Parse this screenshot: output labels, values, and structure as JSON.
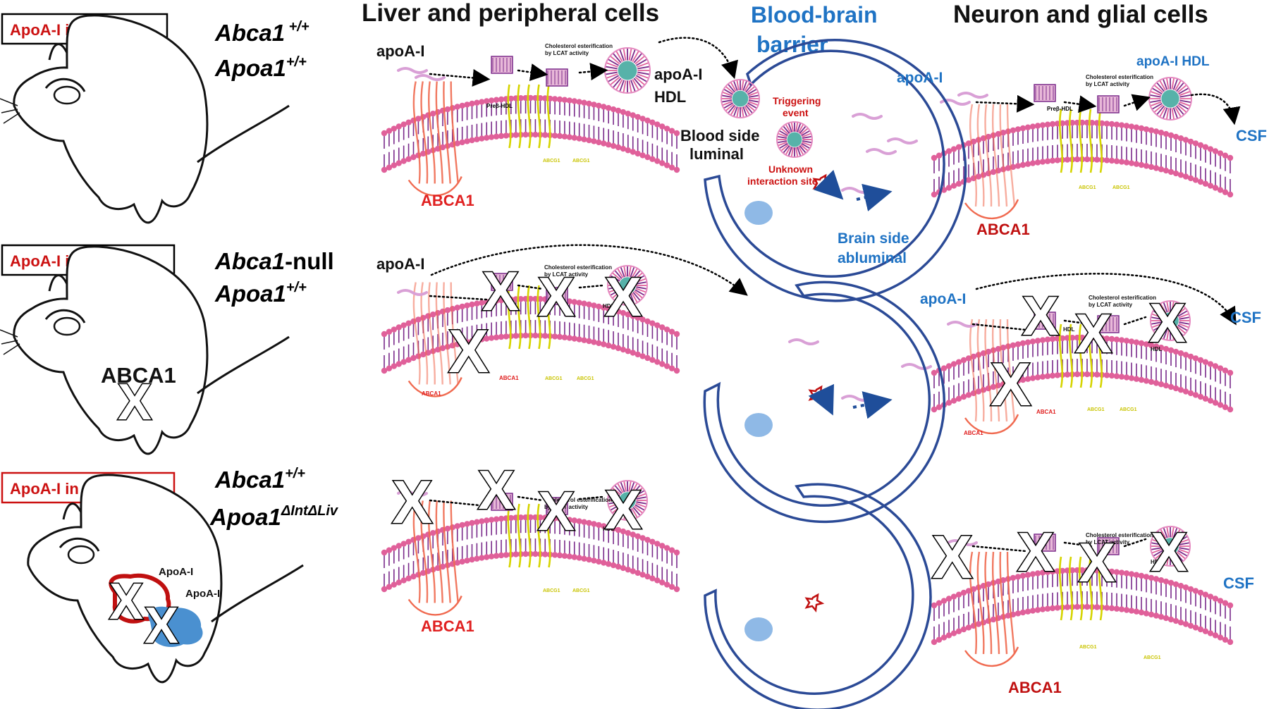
{
  "headers": {
    "liver": "Liver and peripheral cells",
    "bbb_line1": "Blood-brain",
    "bbb_line2": "barrier",
    "neuron": "Neuron and glial cells"
  },
  "rows": [
    {
      "csf_box": "ApoA-I in CSF (+)",
      "abca1": "Abca1",
      "abca1_sup": " +/+",
      "apoa1": "Apoa1",
      "apoa1_sup": "+/+"
    },
    {
      "csf_box": "ApoA-I in CSF ≈ 0",
      "abca1": "Abca1",
      "abca1_suffix": "-null",
      "apoa1": "Apoa1",
      "apoa1_sup": "+/+",
      "mouse_label": "ABCA1"
    },
    {
      "csf_box": "ApoA-I in CSF = 0",
      "abca1": "Abca1",
      "abca1_sup": "+/+",
      "apoa1": "Apoa1",
      "apoa1_sup": "ΔIntΔLiv",
      "organ1": "ApoA-I",
      "organ2": "ApoA-I"
    }
  ],
  "labels": {
    "apoa1": "apoA-I",
    "apoa1_hdl_line1": "apoA-I",
    "apoa1_hdl_line2": "HDL",
    "abca1": "ABCA1",
    "abcg1": "ABCG1",
    "prebeta_hdl": "Preβ-HDL",
    "hdl": "HDL",
    "chol_est_line1": "Cholesterol esterification",
    "chol_est_line2": "by LCAT activity",
    "blood_side_line1": "Blood side",
    "blood_side_line2": "luminal",
    "triggering_line1": "Triggering",
    "triggering_line2": "event",
    "unknown_line1": "Unknown",
    "unknown_line2": "interaction site",
    "brain_side_line1": "Brain side",
    "brain_side_line2": "abluminal",
    "apoa1_hdl_blue": "apoA-I HDL",
    "csf": "CSF",
    "x_mark": "X"
  },
  "colors": {
    "red_text": "#cc1111",
    "blue_text": "#1f73c4",
    "cell_outline": "#2b4a96",
    "nucleus": "#8fb9e6",
    "abca1_protein": "#f06a50",
    "abcg1_protein": "#d6d400",
    "lipid_head": "#e0609a",
    "lipid_tail": "#7a2a8a",
    "organ_liver": "#c01010",
    "organ_intestine": "#4a90d0"
  }
}
